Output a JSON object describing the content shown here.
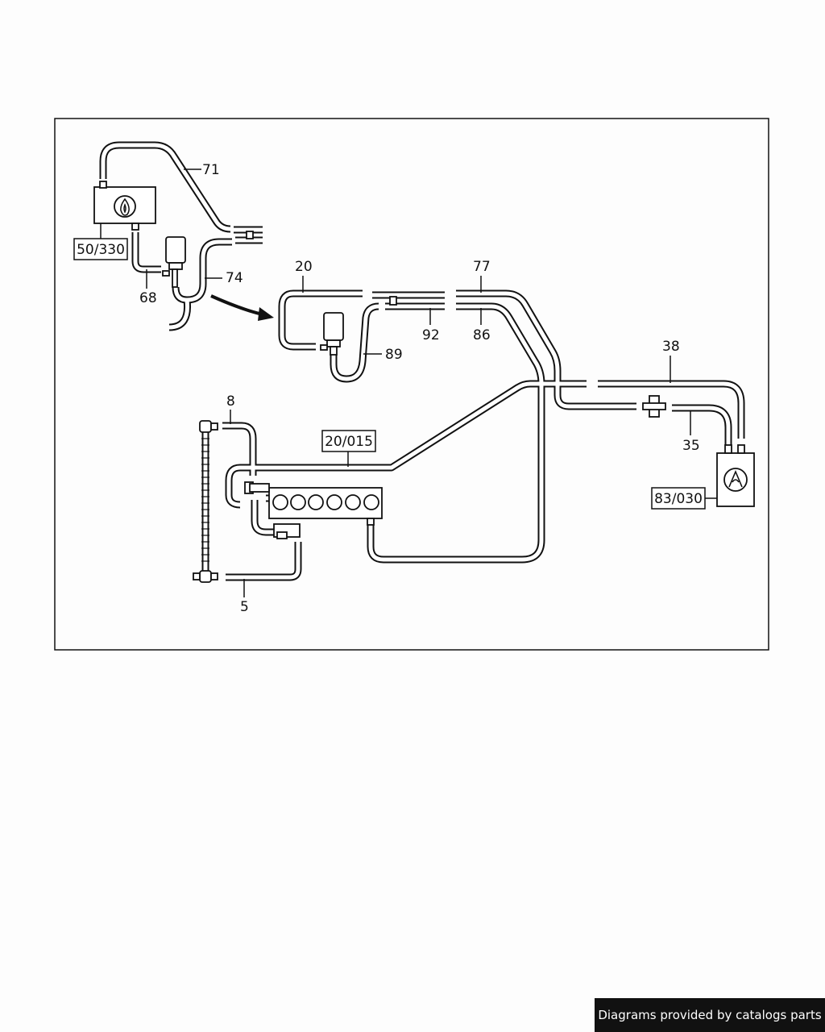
{
  "diagram": {
    "part_labels": {
      "p71": "71",
      "p68": "68",
      "p74": "74",
      "p20": "20",
      "p77": "77",
      "p92": "92",
      "p86": "86",
      "p89": "89",
      "p38": "38",
      "p35": "35",
      "p8": "8",
      "p5": "5"
    },
    "ref_boxes": {
      "r50_330": "50/330",
      "r20_015": "20/015",
      "r83_030": "83/030"
    }
  },
  "footer": {
    "credit": "Diagrams provided by catalogs parts"
  }
}
